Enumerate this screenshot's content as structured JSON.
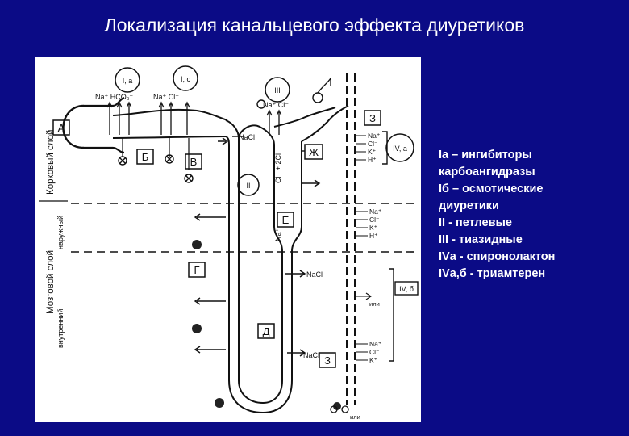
{
  "slide": {
    "title": "Локализация канальцевого эффекта диуретиков",
    "background_color": "#0b0b86",
    "text_color": "#ffffff"
  },
  "diagram": {
    "zones": {
      "cortex": "Корковый слой",
      "medulla": "Мозговой слой",
      "outer": "наружный",
      "inner": "внутренний"
    },
    "segments": {
      "A": "А",
      "B": "Б",
      "V": "В",
      "G": "Г",
      "D": "Д",
      "E": "Е",
      "Zh": "Ж",
      "Z_top": "З",
      "Z_bottom": "З"
    },
    "sites": {
      "Ia": "I, а",
      "Ic": "I, с",
      "II": "II",
      "III": "III",
      "IVa": "IV, а",
      "IVb": "IV, б"
    },
    "ions": {
      "na_hco3": "Na⁺ HCO₃⁻",
      "na_cl_top": "Na⁺ Cl⁻",
      "na_cl_iii": "Na⁺ Cl⁻",
      "nacl_loop": "NaCl",
      "nacl_outer": "NaCl",
      "nacl_inner": "NaCl",
      "ivb_note": "или",
      "bottom_note": "или",
      "col1_na": "Na⁺",
      "col1_cl": "Cl⁻",
      "col1_k": "K⁺",
      "col1_h": "H⁺",
      "col2_na": "Na⁺",
      "col2_cl": "Cl⁻",
      "col2_k": "K⁺",
      "col2_h": "H⁺",
      "col3_na": "Na⁺",
      "col3_cl": "Cl⁻",
      "col3_k": "K⁺",
      "asc_a": "Cl⁻ + 2Cl⁻",
      "asc_b": "Na⁺"
    }
  },
  "legend": [
    "Iа – ингибиторы",
    "карбоангидразы",
    "Iб – осмотические",
    "диуретики",
    "II - петлевые",
    "III - тиазидные",
    "IVа - спиронолактон",
    "IVа,б - триамтерен"
  ]
}
